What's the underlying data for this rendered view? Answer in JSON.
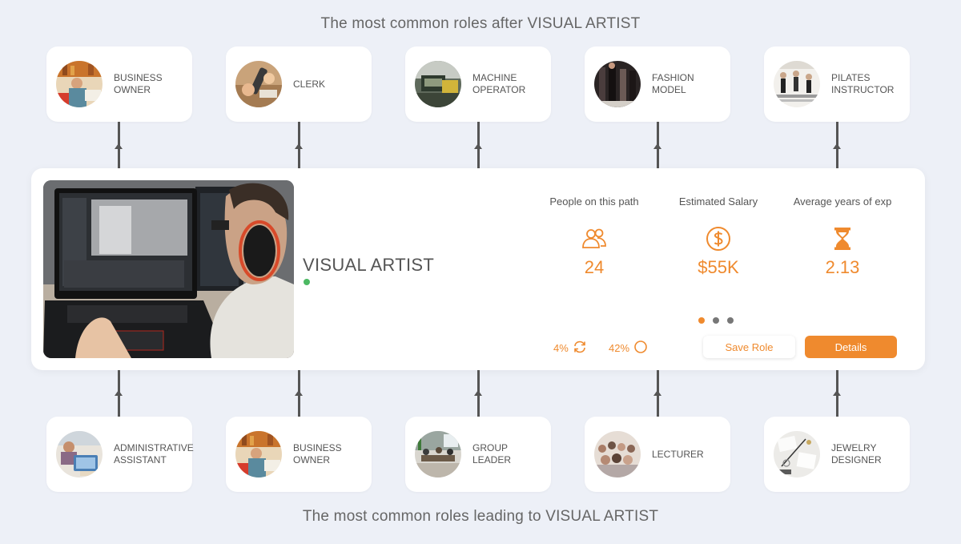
{
  "headings": {
    "after": "The most common roles after VISUAL ARTIST",
    "leading": "The most common roles leading to VISUAL ARTIST"
  },
  "roles_after": [
    {
      "line1": "BUSINESS",
      "line2": "OWNER",
      "icon": "business-owner-photo"
    },
    {
      "line1": "CLERK",
      "line2": "",
      "icon": "clerk-photo"
    },
    {
      "line1": "MACHINE",
      "line2": "OPERATOR",
      "icon": "machine-operator-photo"
    },
    {
      "line1": "FASHION",
      "line2": "MODEL",
      "icon": "fashion-model-photo"
    },
    {
      "line1": "PILATES",
      "line2": "INSTRUCTOR",
      "icon": "pilates-instructor-photo"
    }
  ],
  "roles_leading": [
    {
      "line1": "ADMINISTRATIVE",
      "line2": "ASSISTANT",
      "icon": "administrative-assistant-photo"
    },
    {
      "line1": "BUSINESS",
      "line2": "OWNER",
      "icon": "business-owner-photo"
    },
    {
      "line1": "GROUP",
      "line2": "LEADER",
      "icon": "group-leader-photo"
    },
    {
      "line1": "LECTURER",
      "line2": "",
      "icon": "lecturer-photo"
    },
    {
      "line1": "JEWELRY",
      "line2": "DESIGNER",
      "icon": "jewelry-designer-photo"
    }
  ],
  "main": {
    "title": "VISUAL ARTIST",
    "stats": [
      {
        "label": "People on this path",
        "value": "24",
        "icon": "people-icon"
      },
      {
        "label": "Estimated Salary",
        "value": "$55K",
        "icon": "dollar-icon"
      },
      {
        "label": "Average years of exp",
        "value": "2.13",
        "icon": "hourglass-icon"
      }
    ],
    "mini_stats": [
      {
        "value": "4%",
        "icon": "refresh-icon"
      },
      {
        "value": "42%",
        "icon": "circle-icon"
      }
    ],
    "carousel": {
      "count": 3,
      "active": 1
    },
    "buttons": {
      "save": "Save Role",
      "details": "Details"
    }
  },
  "colors": {
    "accent": "#ef8a2e",
    "background": "#edf0f7",
    "status_online": "#4cb963"
  }
}
